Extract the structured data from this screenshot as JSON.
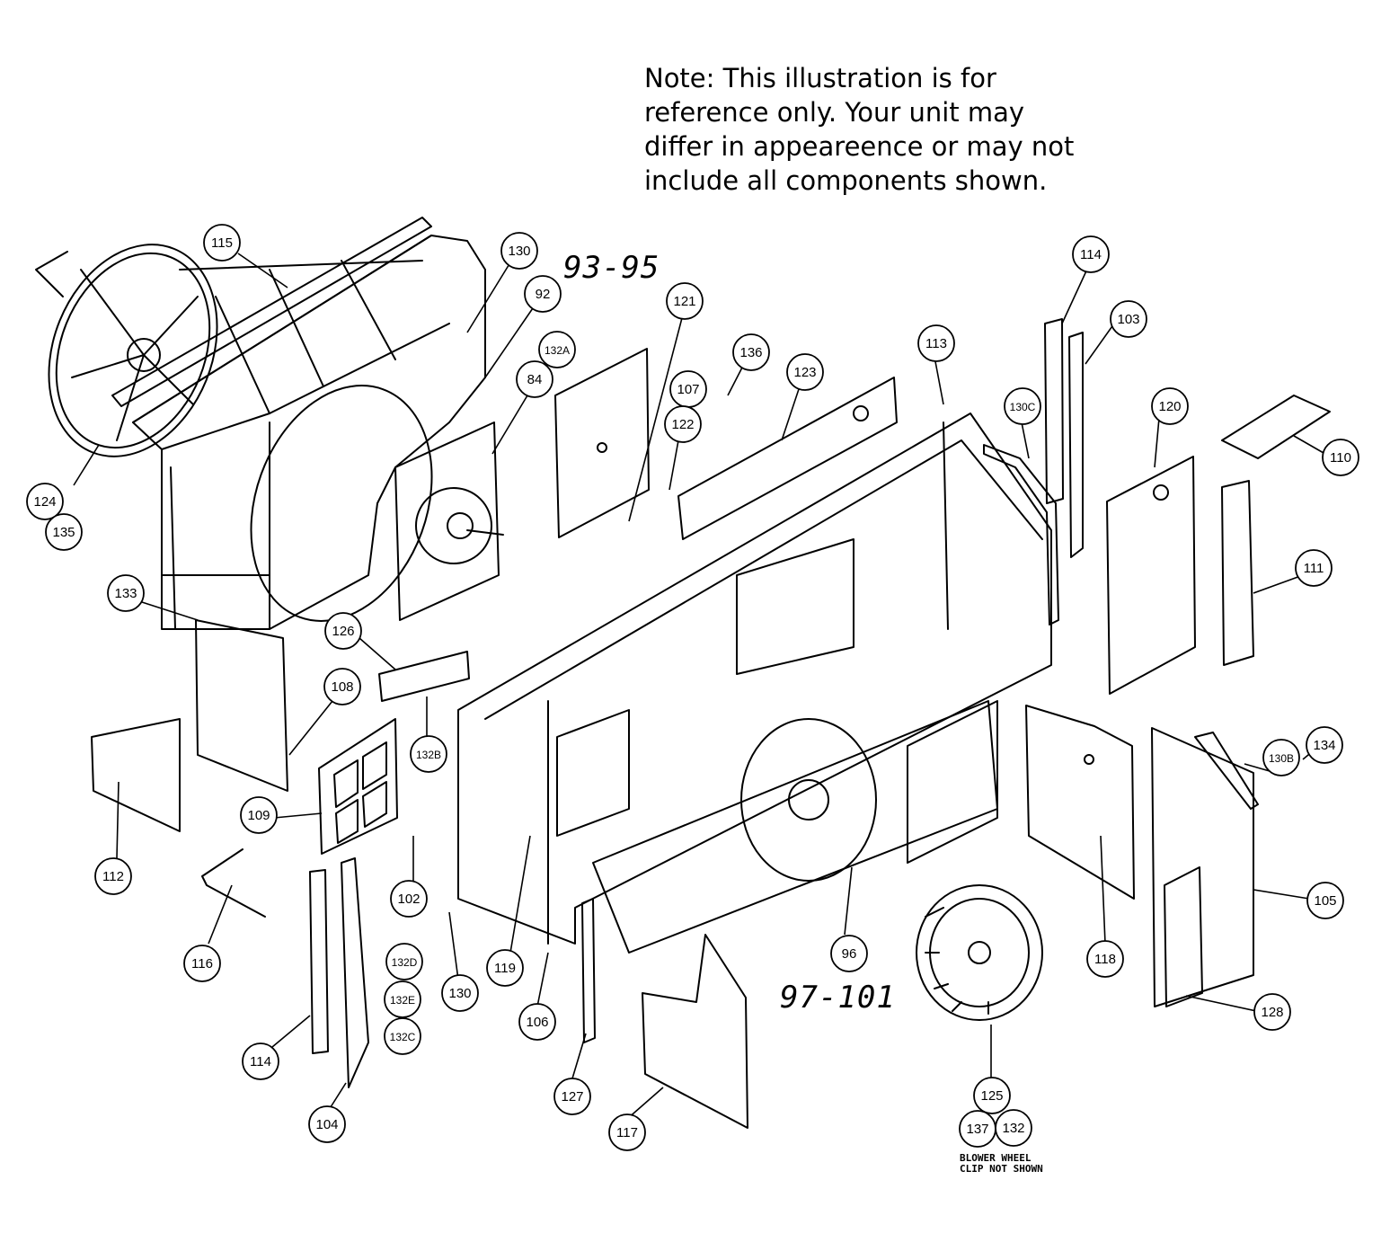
{
  "note": {
    "lines": [
      "Note: This illustration is for",
      "reference only. Your unit may",
      "differ in appeareence or may not",
      "include all components shown."
    ]
  },
  "handwritten": {
    "group_a": "93-95",
    "group_b": "97-101"
  },
  "footnote": {
    "line1": "BLOWER WHEEL",
    "line2": "CLIP NOT SHOWN"
  },
  "callouts": [
    {
      "id": "c115",
      "label": "115"
    },
    {
      "id": "c130a",
      "label": "130"
    },
    {
      "id": "c92",
      "label": "92"
    },
    {
      "id": "c132a",
      "label": "132A"
    },
    {
      "id": "c84",
      "label": "84"
    },
    {
      "id": "c121",
      "label": "121"
    },
    {
      "id": "c136",
      "label": "136"
    },
    {
      "id": "c107",
      "label": "107"
    },
    {
      "id": "c122",
      "label": "122"
    },
    {
      "id": "c123",
      "label": "123"
    },
    {
      "id": "c113",
      "label": "113"
    },
    {
      "id": "c114a",
      "label": "114"
    },
    {
      "id": "c103",
      "label": "103"
    },
    {
      "id": "c130c",
      "label": "130C"
    },
    {
      "id": "c120",
      "label": "120"
    },
    {
      "id": "c110",
      "label": "110"
    },
    {
      "id": "c111",
      "label": "111"
    },
    {
      "id": "c124",
      "label": "124"
    },
    {
      "id": "c135",
      "label": "135"
    },
    {
      "id": "c133",
      "label": "133"
    },
    {
      "id": "c126",
      "label": "126"
    },
    {
      "id": "c108",
      "label": "108"
    },
    {
      "id": "c132b",
      "label": "132B"
    },
    {
      "id": "c130b",
      "label": "130B"
    },
    {
      "id": "c134",
      "label": "134"
    },
    {
      "id": "c109",
      "label": "109"
    },
    {
      "id": "c112",
      "label": "112"
    },
    {
      "id": "c105",
      "label": "105"
    },
    {
      "id": "c102",
      "label": "102"
    },
    {
      "id": "c96",
      "label": "96"
    },
    {
      "id": "c116",
      "label": "116"
    },
    {
      "id": "c132d",
      "label": "132D"
    },
    {
      "id": "c119",
      "label": "119"
    },
    {
      "id": "c130d",
      "label": "130"
    },
    {
      "id": "c118",
      "label": "118"
    },
    {
      "id": "c132e",
      "label": "132E"
    },
    {
      "id": "c128",
      "label": "128"
    },
    {
      "id": "c106",
      "label": "106"
    },
    {
      "id": "c132c",
      "label": "132C"
    },
    {
      "id": "c114b",
      "label": "114"
    },
    {
      "id": "c127",
      "label": "127"
    },
    {
      "id": "c125",
      "label": "125"
    },
    {
      "id": "c104",
      "label": "104"
    },
    {
      "id": "c117",
      "label": "117"
    },
    {
      "id": "c137",
      "label": "137"
    },
    {
      "id": "c132",
      "label": "132"
    }
  ]
}
